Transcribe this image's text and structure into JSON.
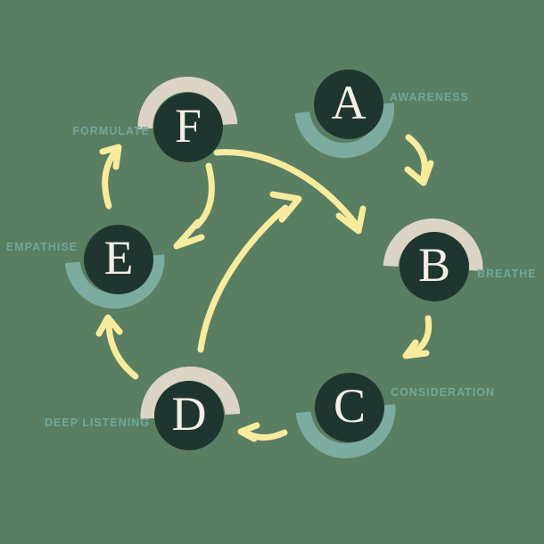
{
  "background_color": "#5a7e62",
  "colors": {
    "node_circle": "#1f3630",
    "letter": "#f2efe6",
    "label": "#6fa79c",
    "arc_teal": "#7cab9f",
    "arc_beige": "#dcd4c5",
    "arrow": "#f7eb9d"
  },
  "nodes": [
    {
      "letter": "A",
      "label": "AWARENESS",
      "arc_side": "bottom",
      "arc_color": "#7cab9f",
      "label_side": "right"
    },
    {
      "letter": "B",
      "label": "BREATHE",
      "arc_side": "top",
      "arc_color": "#dcd4c5",
      "label_side": "right"
    },
    {
      "letter": "C",
      "label": "CONSIDERATION",
      "arc_side": "bottom",
      "arc_color": "#7cab9f",
      "label_side": "right"
    },
    {
      "letter": "D",
      "label": "DEEP LISTENING",
      "arc_side": "top",
      "arc_color": "#dcd4c5",
      "label_side": "left"
    },
    {
      "letter": "E",
      "label": "EMPATHISE",
      "arc_side": "bottom",
      "arc_color": "#7cab9f",
      "label_side": "left"
    },
    {
      "letter": "F",
      "label": "FORMULATE",
      "arc_side": "top",
      "arc_color": "#dcd4c5",
      "label_side": "left"
    }
  ],
  "arrows": [
    {
      "name": "a-to-b"
    },
    {
      "name": "b-to-c"
    },
    {
      "name": "c-to-d"
    },
    {
      "name": "d-to-e"
    },
    {
      "name": "e-to-f"
    },
    {
      "name": "f-to-e-inner"
    },
    {
      "name": "f-to-b-cross"
    },
    {
      "name": "d-to-a-cross"
    }
  ]
}
